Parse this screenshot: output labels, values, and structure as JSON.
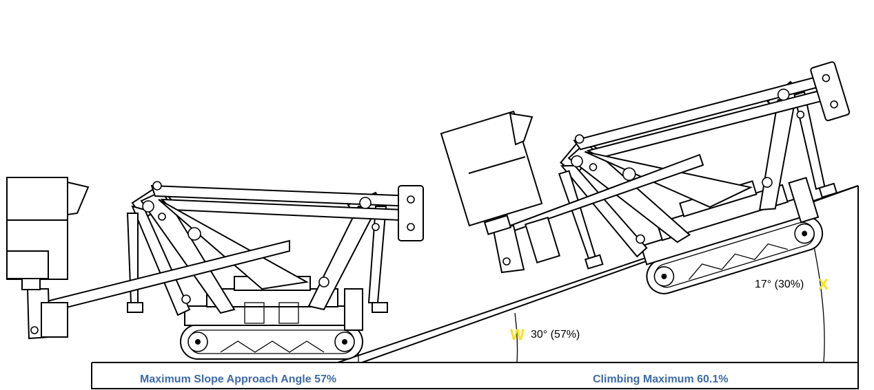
{
  "colors": {
    "line": "#000000",
    "caption": "#3e6aa6",
    "marker": "#f5e21a"
  },
  "captions": {
    "left": "Maximum Slope Approach Angle 57%",
    "right": "Climbing Maximum 60.1%"
  },
  "angles": {
    "steep": {
      "marker": "W",
      "label": "30° (57%)"
    },
    "shallow": {
      "marker": "X",
      "label": "17° (30%)"
    }
  }
}
